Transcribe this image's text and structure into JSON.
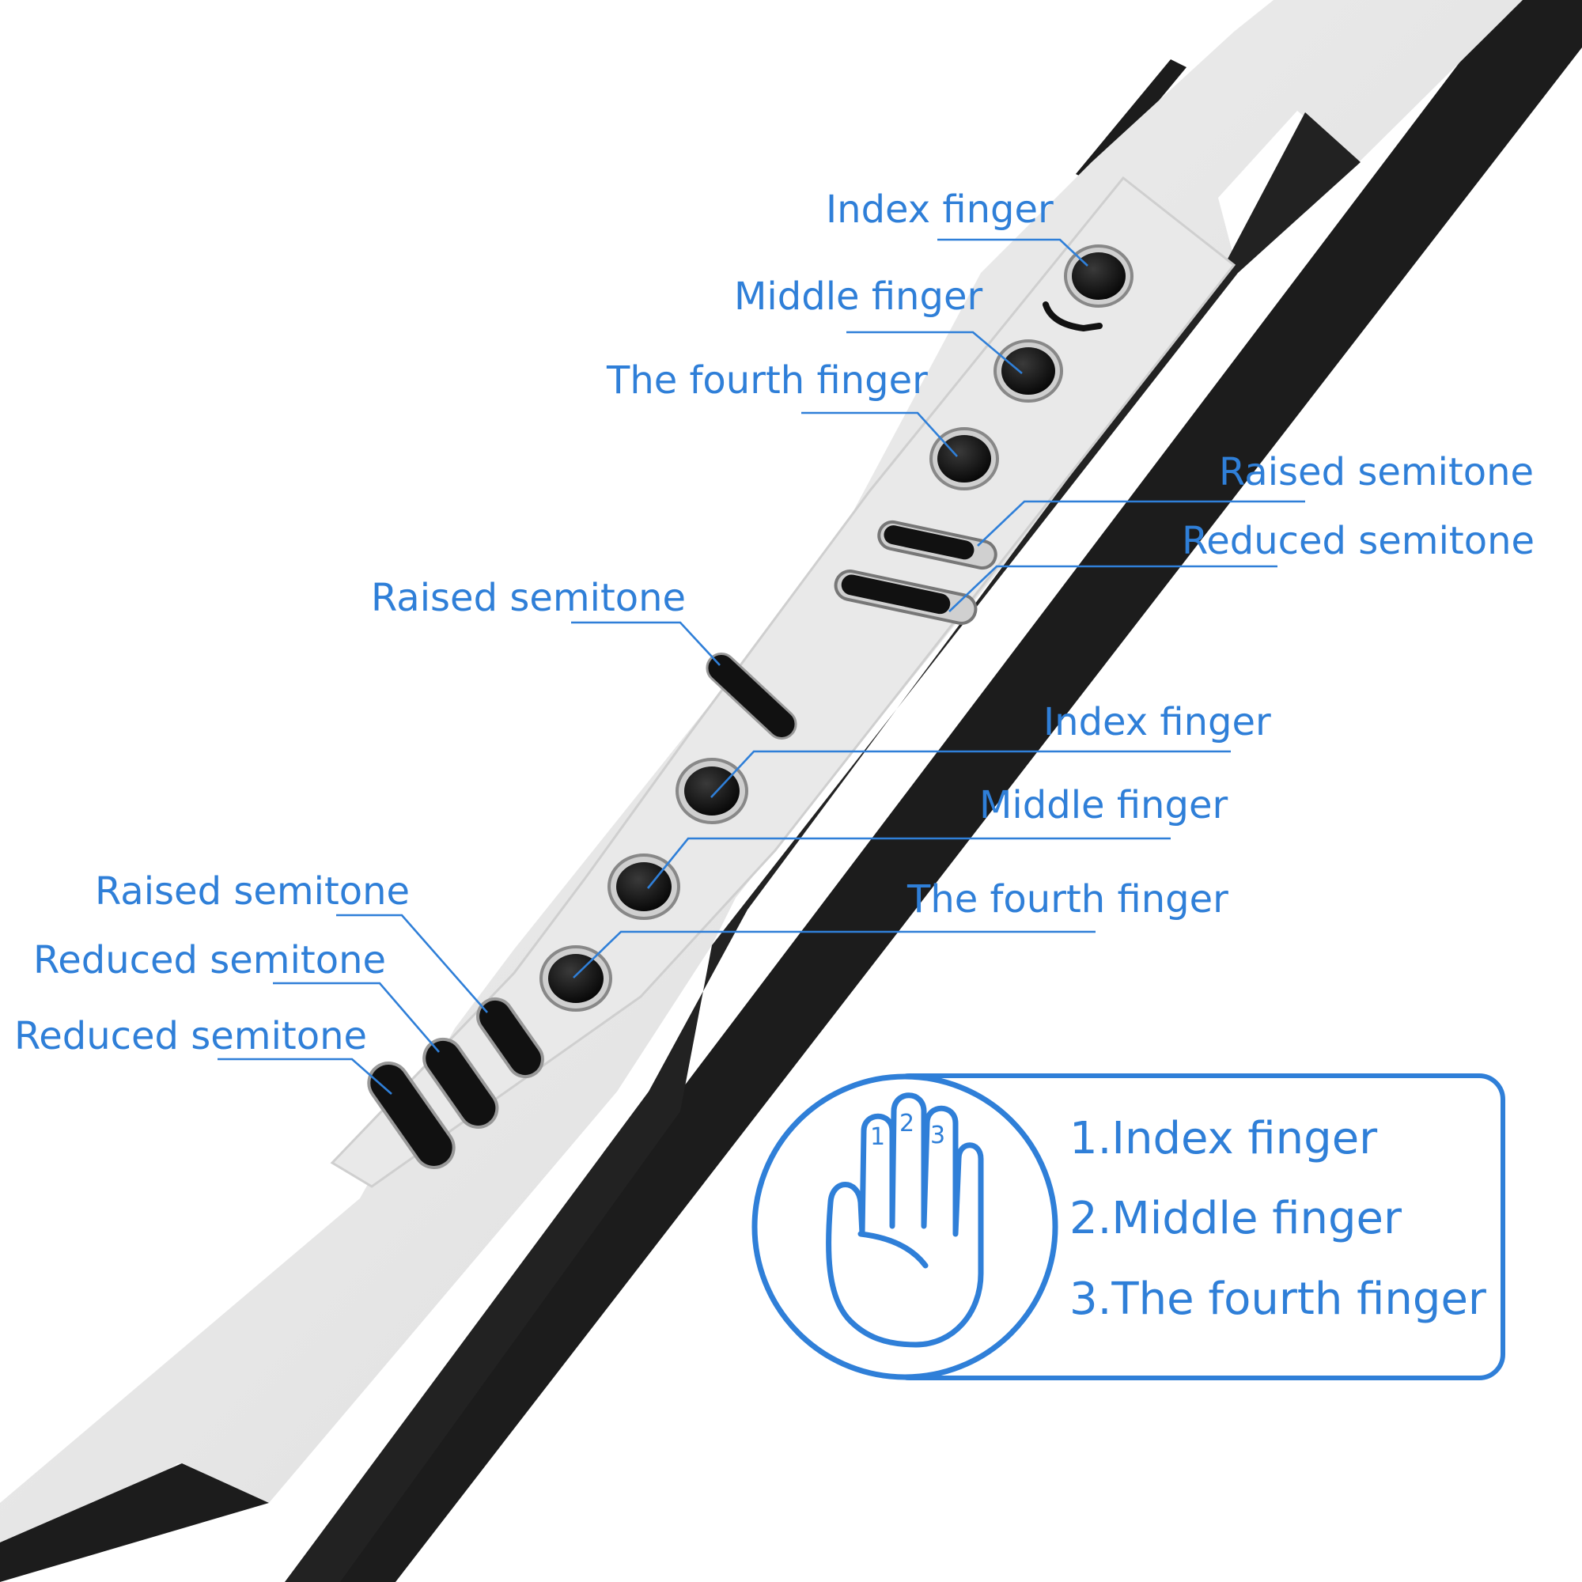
{
  "upper_hand": {
    "index_finger": "Index finger",
    "middle_finger": "Middle finger",
    "fourth_finger": "The fourth finger",
    "raised_semitone": "Raised semitone",
    "reduced_semitone": "Reduced semitone"
  },
  "middle": {
    "raised_semitone": "Raised semitone"
  },
  "lower_hand": {
    "index_finger": "Index finger",
    "middle_finger": "Middle finger",
    "fourth_finger": "The fourth finger"
  },
  "thumb_keys": {
    "raised_semitone": "Raised semitone",
    "reduced_semitone_1": "Reduced semitone",
    "reduced_semitone_2": "Reduced semitone"
  },
  "legend": {
    "finger_numbers": [
      "1",
      "2",
      "3"
    ],
    "items": [
      "1.Index finger",
      "2.Middle finger",
      "3.The fourth finger"
    ]
  },
  "colors": {
    "accent": "#2f7fd8",
    "instrument_body": "#e6e6e6",
    "instrument_edge": "#1f1f1f",
    "key": "#111111"
  },
  "icons": [
    "hand-icon"
  ]
}
